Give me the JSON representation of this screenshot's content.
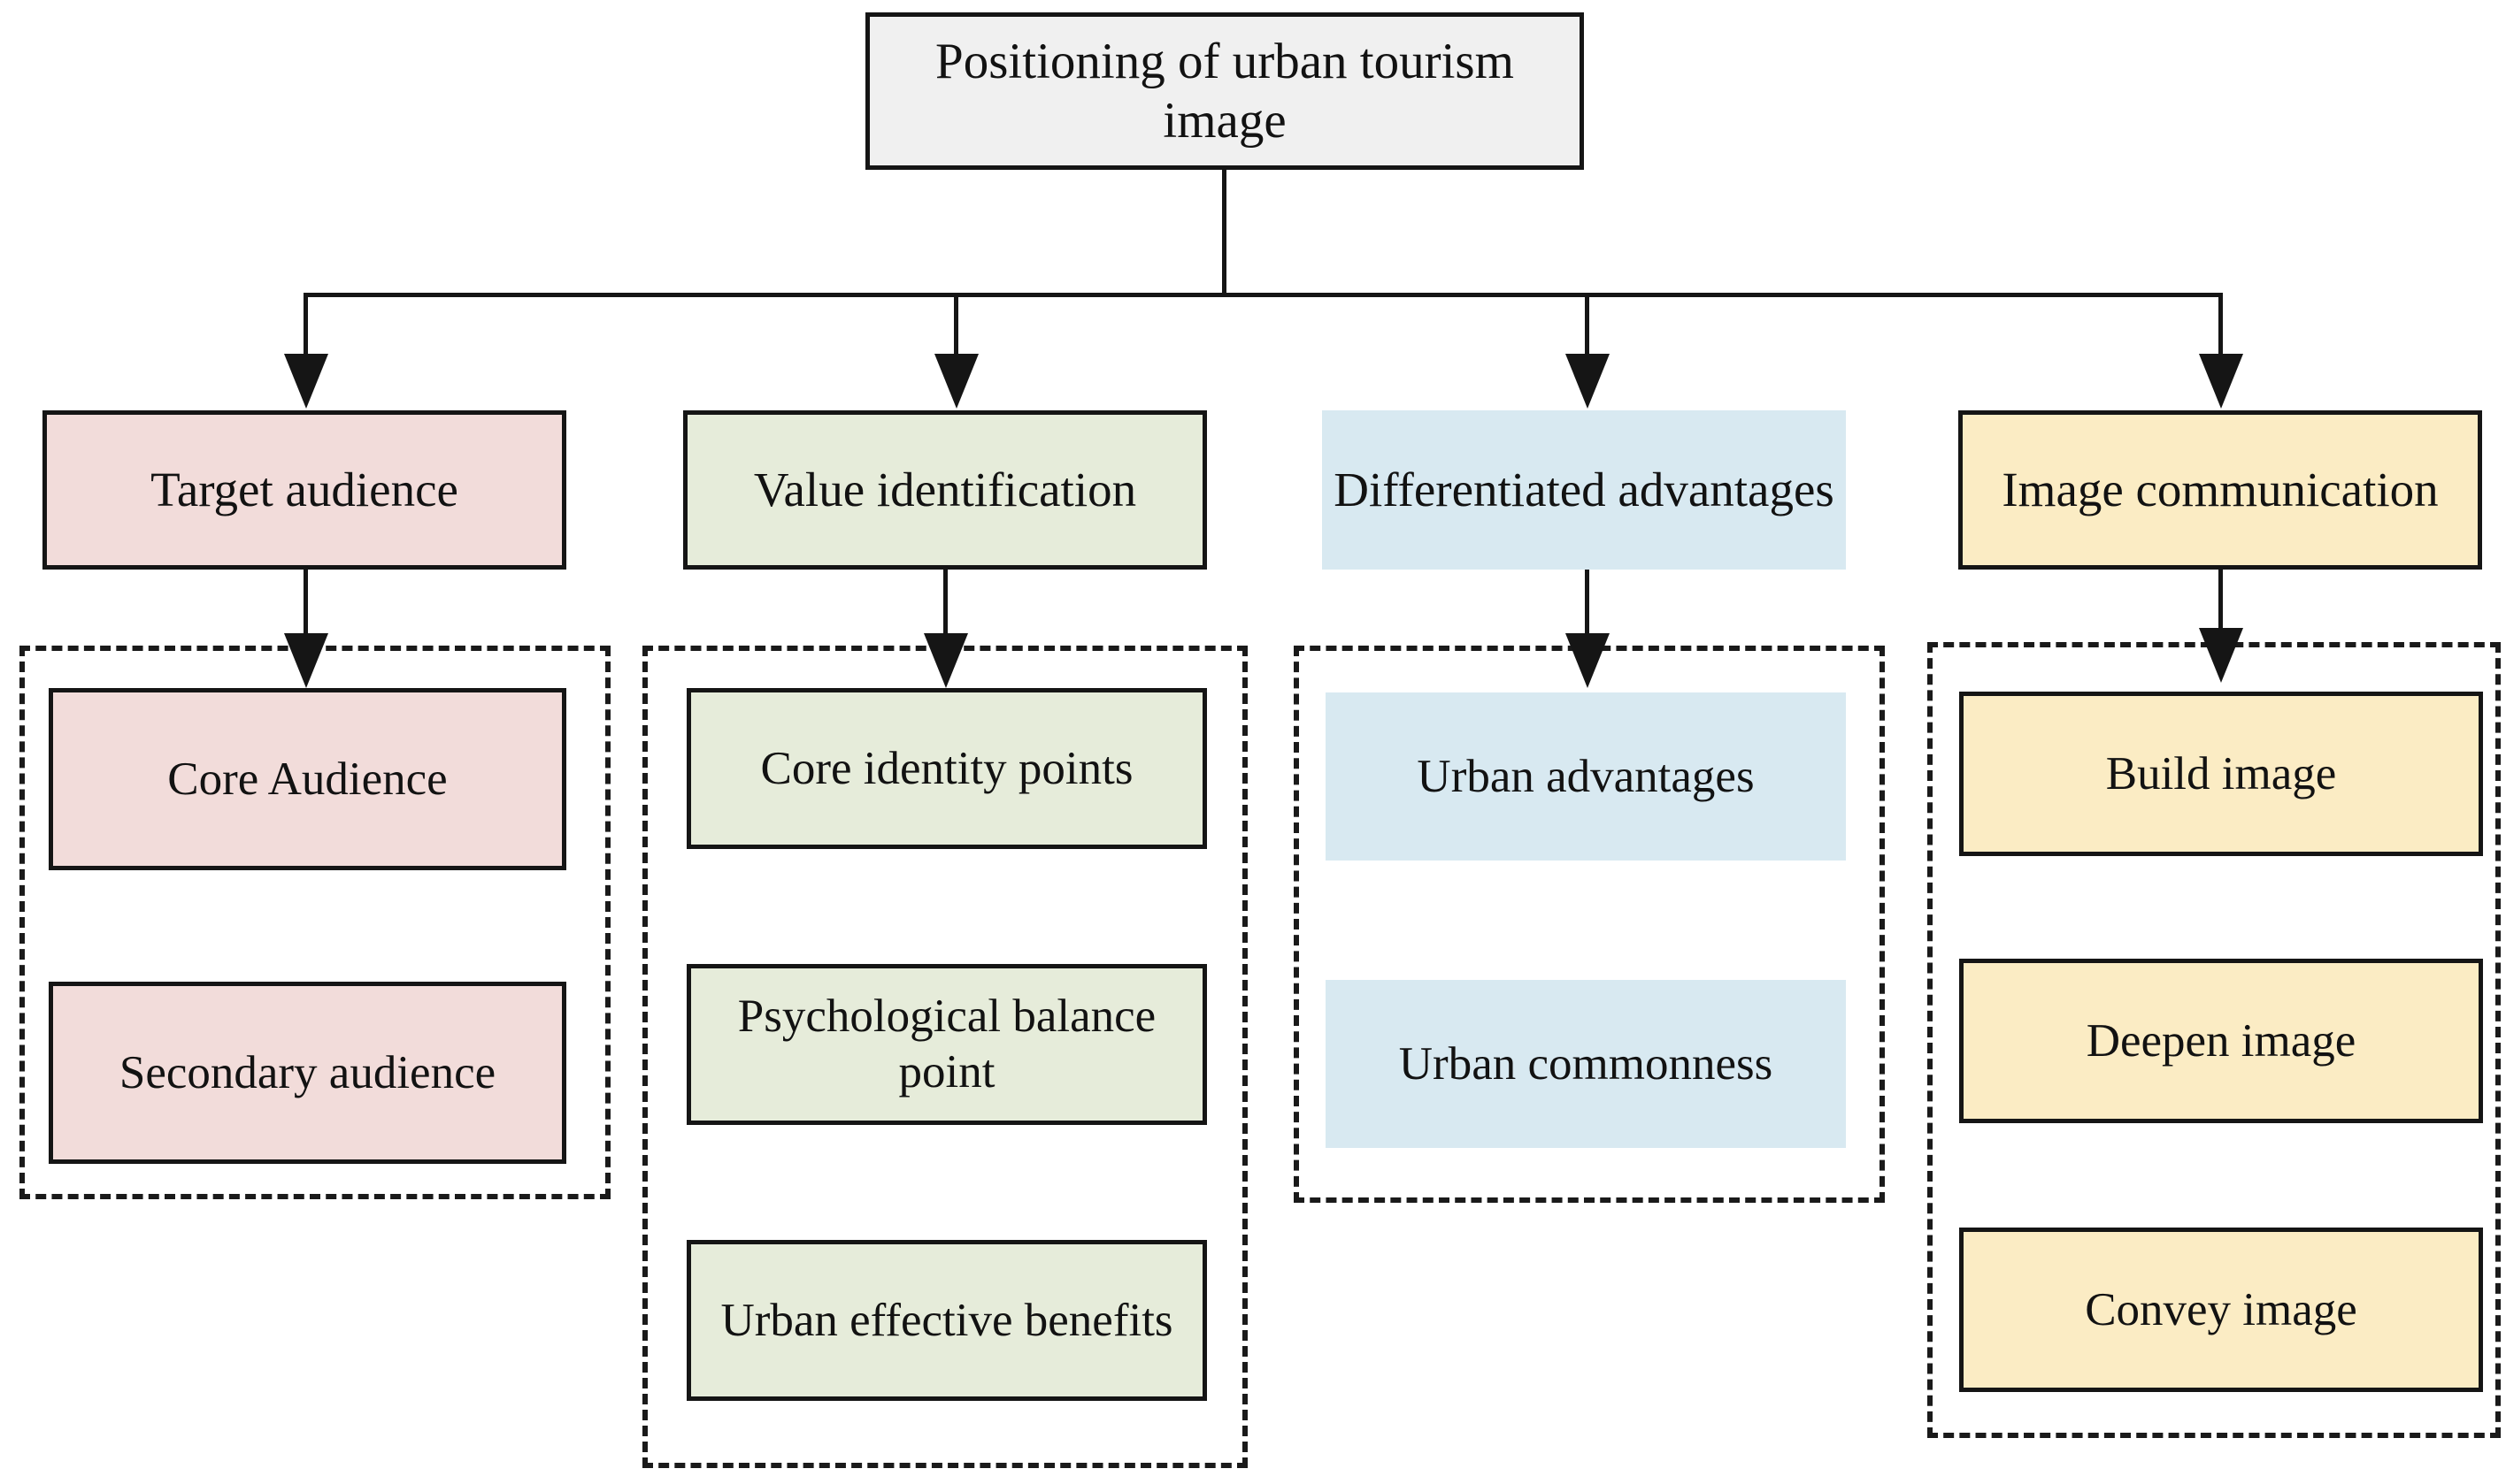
{
  "diagram": {
    "title": "Positioning of urban tourism image",
    "root": {
      "label": "Positioning of urban tourism image",
      "color": "#f0f0f0"
    },
    "branches": [
      {
        "header": "Target audience",
        "color": "#f2dcda",
        "bordered": true,
        "items": [
          {
            "label": "Core Audience"
          },
          {
            "label": "Secondary audience"
          }
        ]
      },
      {
        "header": "Value identification",
        "color": "#e6ecda",
        "bordered": true,
        "items": [
          {
            "label": "Core identity points"
          },
          {
            "label": "Psychological balance point"
          },
          {
            "label": "Urban effective benefits"
          }
        ]
      },
      {
        "header": "Differentiated advantages",
        "color": "#d8e9f1",
        "bordered": false,
        "items": [
          {
            "label": "Urban advantages"
          },
          {
            "label": "Urban commonness"
          }
        ]
      },
      {
        "header": "Image communication",
        "color": "#fbecc4",
        "bordered": true,
        "items": [
          {
            "label": "Build image"
          },
          {
            "label": "Deepen image"
          },
          {
            "label": "Convey image"
          }
        ]
      }
    ],
    "style": {
      "line_color": "#151515",
      "background": "#ffffff",
      "group_border": "dashed"
    }
  }
}
